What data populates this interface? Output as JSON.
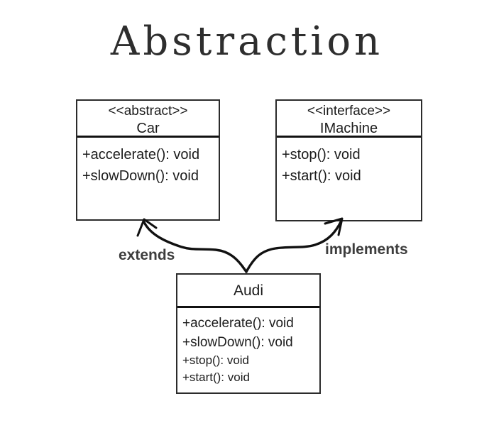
{
  "page": {
    "title": "Abstraction"
  },
  "colors": {
    "ink": "#1c1c1c",
    "box_border": "#2b2b2b",
    "divider": "#111111",
    "relationship_label": "#3d3d3d",
    "arrow": "#111111",
    "background": "#ffffff"
  },
  "boxes": {
    "car": {
      "stereotype": "<<abstract>>",
      "name": "Car",
      "methods": [
        "+accelerate(): void",
        "+slowDown(): void"
      ]
    },
    "imachine": {
      "stereotype": "<<interface>>",
      "name": "IMachine",
      "methods": [
        "+stop(): void",
        "+start(): void"
      ]
    },
    "audi": {
      "name": "Audi",
      "methods": [
        "+accelerate(): void",
        "+slowDown(): void",
        "+stop(): void",
        "+start(): void"
      ]
    }
  },
  "relationships": {
    "extends_label": "extends",
    "implements_label": "implements"
  }
}
